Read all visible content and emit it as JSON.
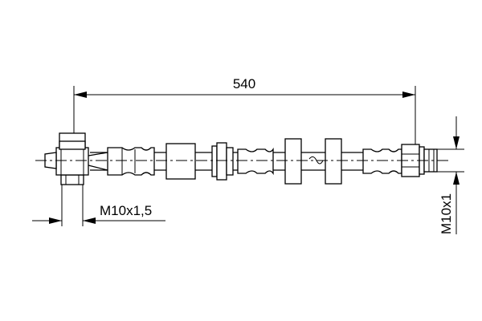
{
  "dimensions": {
    "length": "540",
    "left_thread": "M10x1,5",
    "right_thread": "M10x1"
  }
}
